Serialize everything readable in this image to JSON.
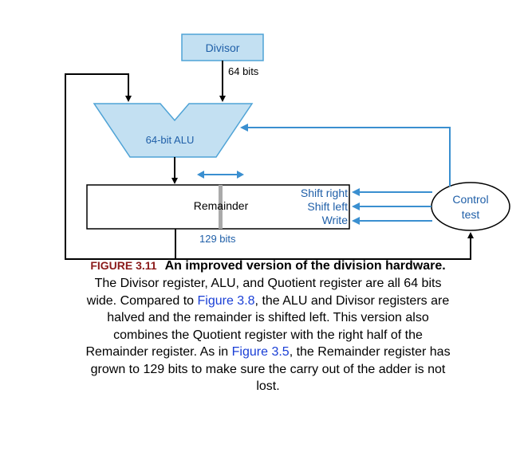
{
  "diagram": {
    "divisor_label": "Divisor",
    "bus_width_label": "64 bits",
    "alu_label": "64-bit ALU",
    "remainder_label": "Remainder",
    "remainder_width_label": "129 bits",
    "shift_right_label": "Shift right",
    "shift_left_label": "Shift left",
    "write_label": "Write",
    "control_line1": "Control",
    "control_line2": "test",
    "colors": {
      "box_fill": "#c3e0f2",
      "box_stroke": "#4fa3d6",
      "blue_text": "#1f5fa8",
      "blue_line": "#3a8fd0",
      "black_line": "#000000",
      "register_divider": "#aaaaaa"
    }
  },
  "caption": {
    "figure_label": "FIGURE 3.11",
    "title": "An improved version of the division hardware.",
    "body": {
      "p1": "The Divisor register, ALU, and Quotient register are all 64 bits wide. Compared to ",
      "link1": "Figure 3.8",
      "p2": ", the ALU and Divisor registers are halved and the remainder is shifted left. This version also combines the Quotient register with the right half of the Remainder register. As in ",
      "link2": "Figure 3.5",
      "p3": ", the Remainder register has grown to 129 bits to make sure the carry out of the adder is not lost."
    }
  }
}
